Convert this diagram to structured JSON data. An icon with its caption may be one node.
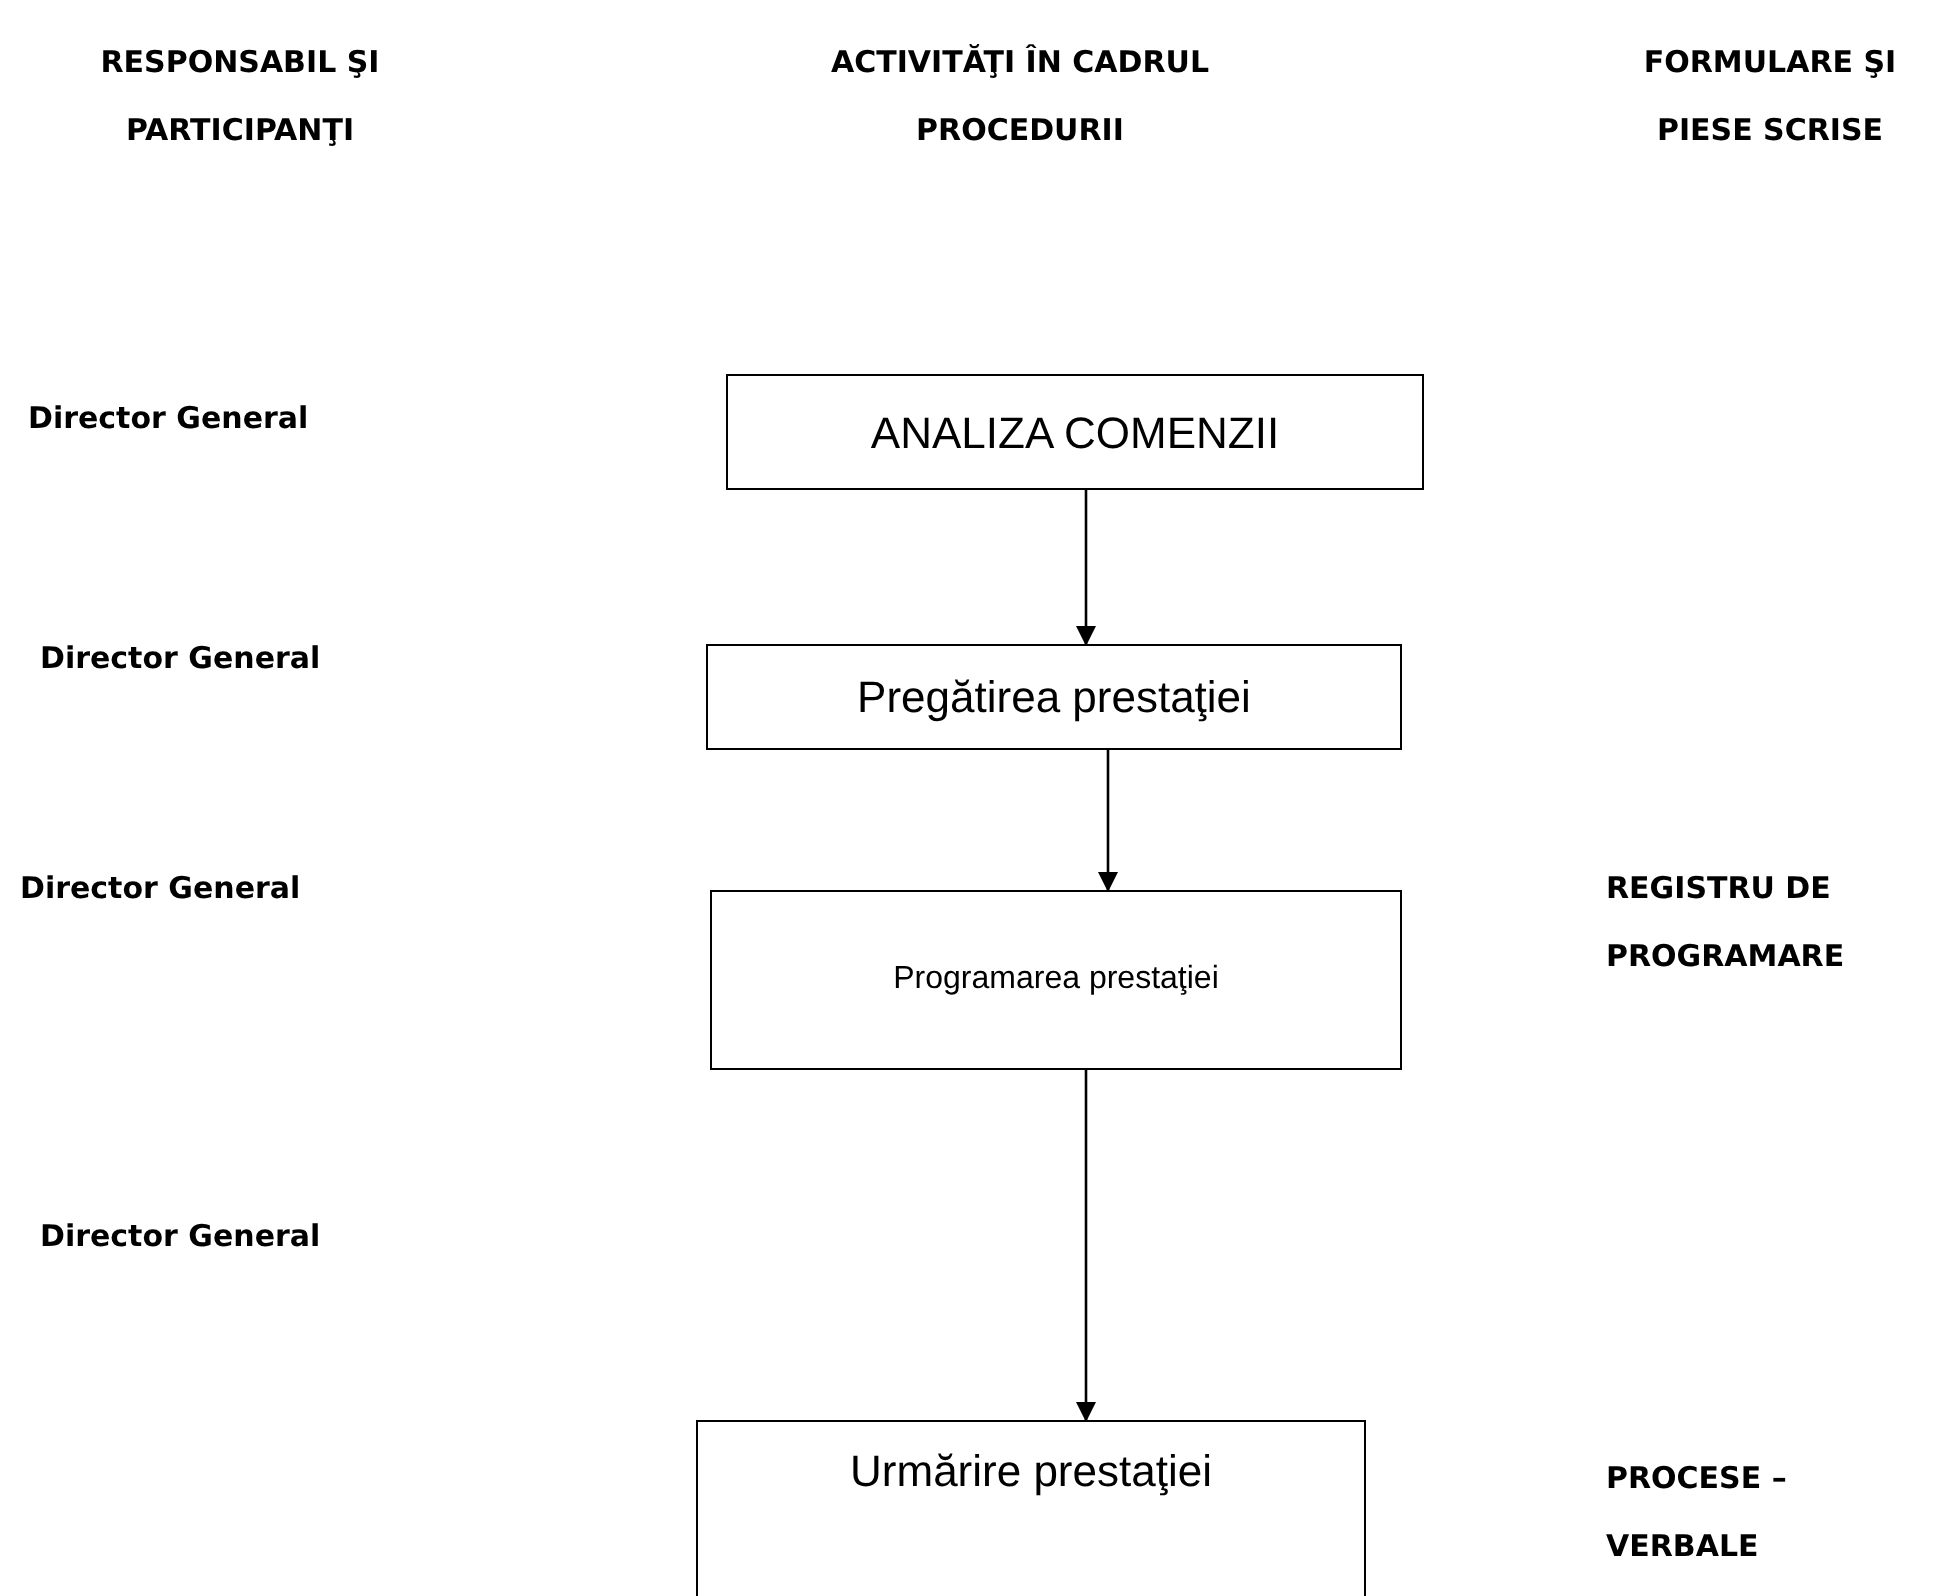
{
  "diagram": {
    "nodes": [
      {
        "text": [
          "ANALIZA COMENZII"
        ]
      },
      {
        "text": [
          "Pregătirea prestaţiei"
        ]
      },
      {
        "text": [
          "Programarea prestaţiei"
        ]
      },
      {
        "text": [
          "Urmărire prestaţiei"
        ]
      }
    ],
    "edges": [
      {
        "from": 0,
        "to": 1,
        "arrow": "to"
      },
      {
        "from": 1,
        "to": 2,
        "arrow": "to"
      },
      {
        "from": 2,
        "to": 3,
        "arrow": "to"
      }
    ],
    "labels": [
      "RESPONSABIL ŞI PARTICIPANŢI",
      "ACTIVITĂŢI ÎN CADRUL PROCEDURII",
      "FORMULARE ŞI PIESE SCRISE",
      "Director General",
      "Director General",
      "Director General",
      "REGISTRU DE PROGRAMARE",
      "Director General",
      "PROCESE – VERBALE"
    ]
  }
}
